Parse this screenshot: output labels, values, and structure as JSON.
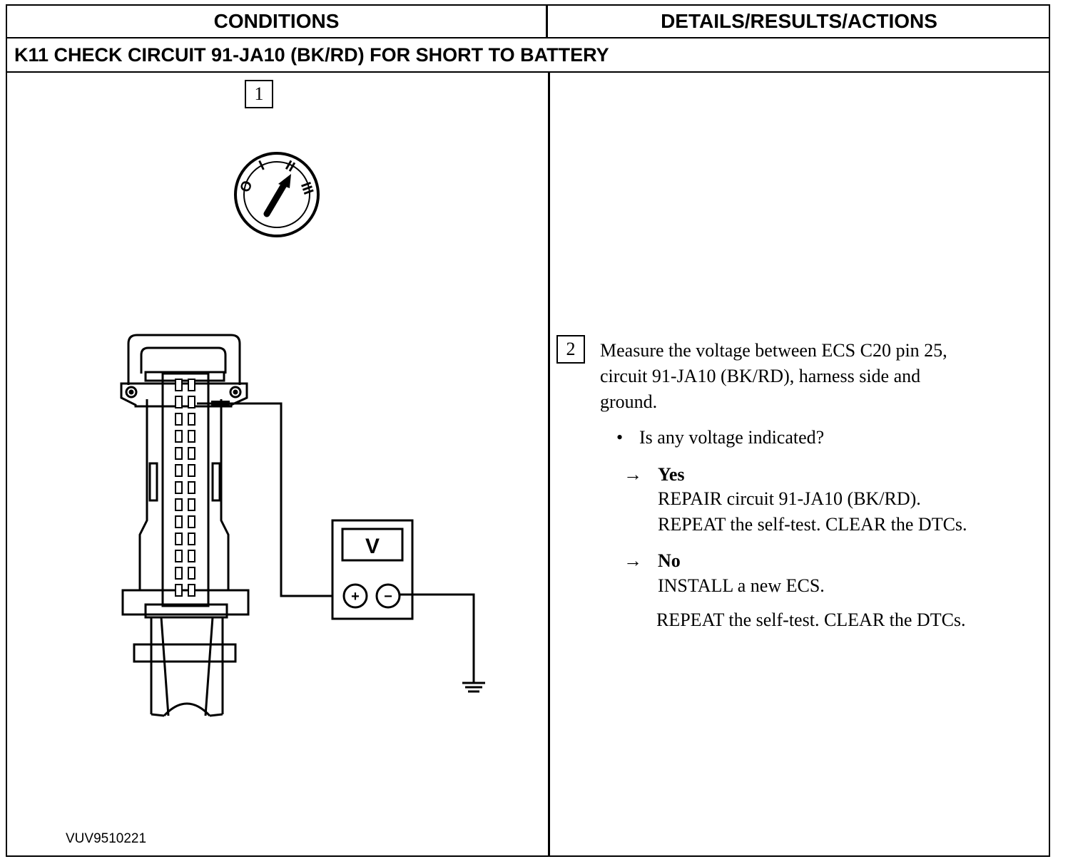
{
  "header": {
    "conditions_label": "CONDITIONS",
    "details_label": "DETAILS/RESULTS/ACTIONS"
  },
  "test": {
    "title": "K11 CHECK CIRCUIT 91-JA10 (BK/RD) FOR SHORT TO BATTERY"
  },
  "conditions": {
    "step1_number": "1",
    "ignition_positions": [
      "O",
      "I",
      "II",
      "III"
    ],
    "meter_label": "V",
    "meter_plus": "+",
    "meter_minus": "−",
    "figure_id": "VUV9510221"
  },
  "details": {
    "step2_number": "2",
    "instruction_lines": [
      "Measure the voltage between ECS C20 pin 25,",
      "circuit 91-JA10 (BK/RD), harness side and",
      "ground."
    ],
    "bullet": "•",
    "question": "Is any voltage indicated?",
    "arrow": "→",
    "yes": {
      "label": "Yes",
      "lines": [
        "REPAIR circuit 91-JA10 (BK/RD).",
        "REPEAT the self-test. CLEAR the DTCs."
      ]
    },
    "no": {
      "label": "No",
      "lines": [
        "INSTALL a new ECS.",
        "REPEAT the self-test. CLEAR the DTCs."
      ]
    }
  }
}
